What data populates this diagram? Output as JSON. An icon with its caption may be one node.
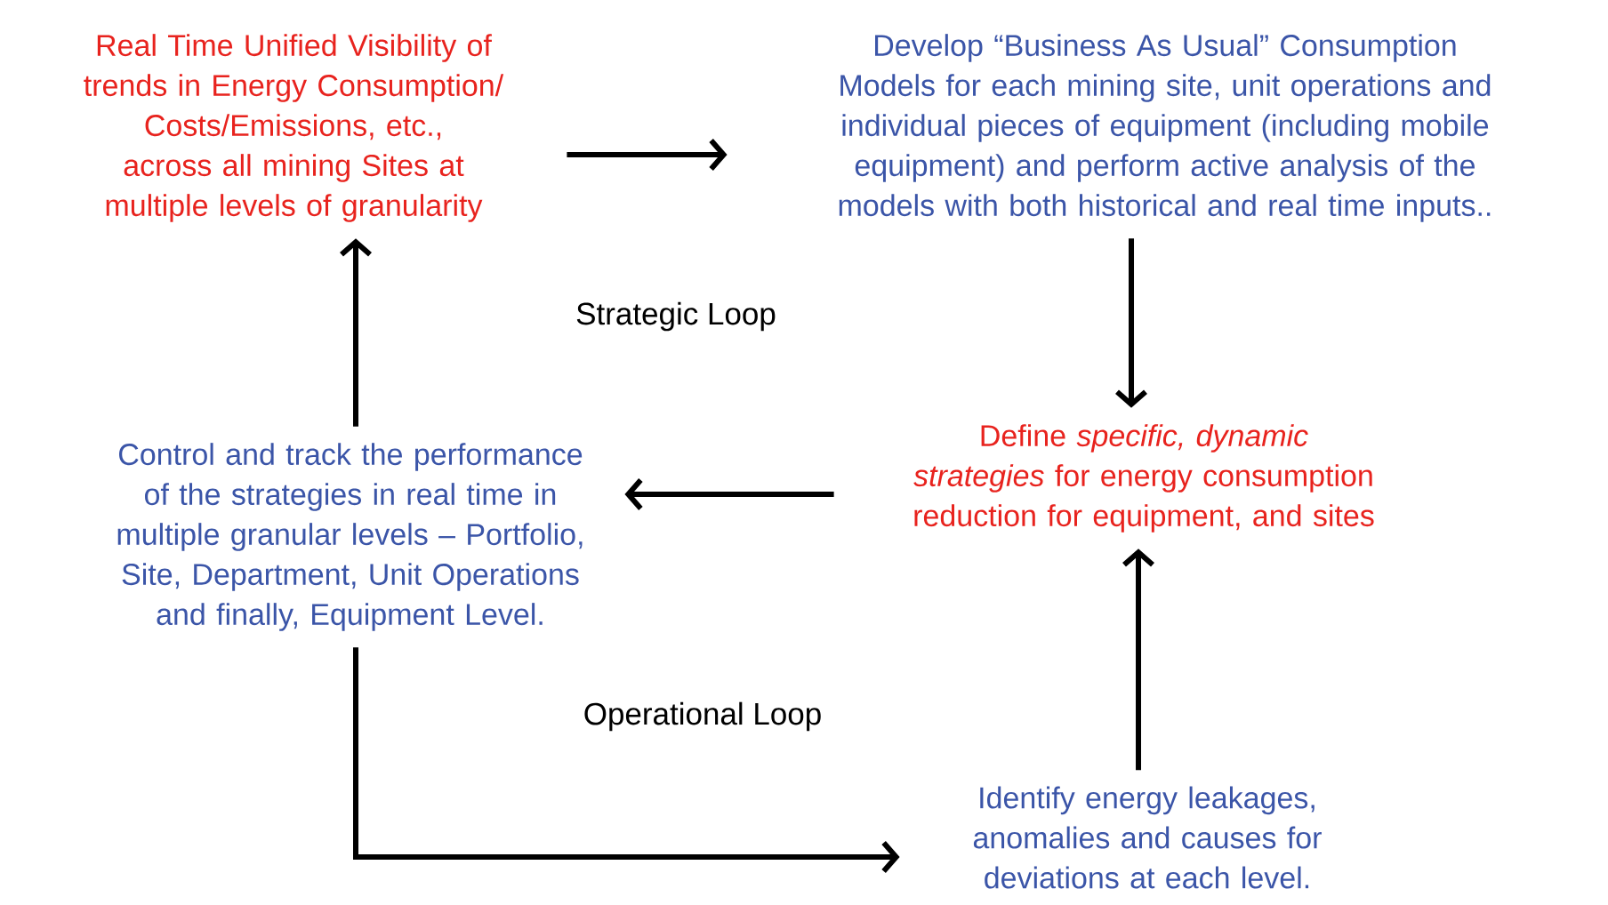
{
  "diagram": {
    "nodes": [
      {
        "text": [
          "Real Time Unified Visibility of trends in Energy Consumption/ Costs/Emissions, etc.,  across all mining Sites at multiple levels of granularity"
        ]
      },
      {
        "text": [
          "Develop “Business As Usual” Consumption Models for each mining site, unit operations and individual pieces of equipment (including mobile equipment) and perform active analysis of the models with both historical and real time inputs.."
        ]
      },
      {
        "text": [
          "Define *specific, dynamic strategies* for energy consumption reduction for equipment, and sites"
        ]
      },
      {
        "text": [
          "Control and track the performance of the strategies in real time in multiple granular levels – Portfolio, Site, Department, Unit Operations and finally, Equipment Level."
        ]
      },
      {
        "text": [
          "Identify energy leakages, anomalies and causes for deviations at each level."
        ]
      }
    ],
    "edges": [
      {
        "from": 0,
        "to": 1,
        "arrow": "to"
      },
      {
        "from": 1,
        "to": 2,
        "arrow": "to"
      },
      {
        "from": 2,
        "to": 3,
        "arrow": "to"
      },
      {
        "from": 3,
        "to": 0,
        "arrow": "to"
      },
      {
        "from": 3,
        "to": 4,
        "arrow": "to"
      },
      {
        "from": 4,
        "to": 2,
        "arrow": "to"
      }
    ],
    "labels": [
      "Strategic Loop",
      "Operational Loop"
    ]
  }
}
